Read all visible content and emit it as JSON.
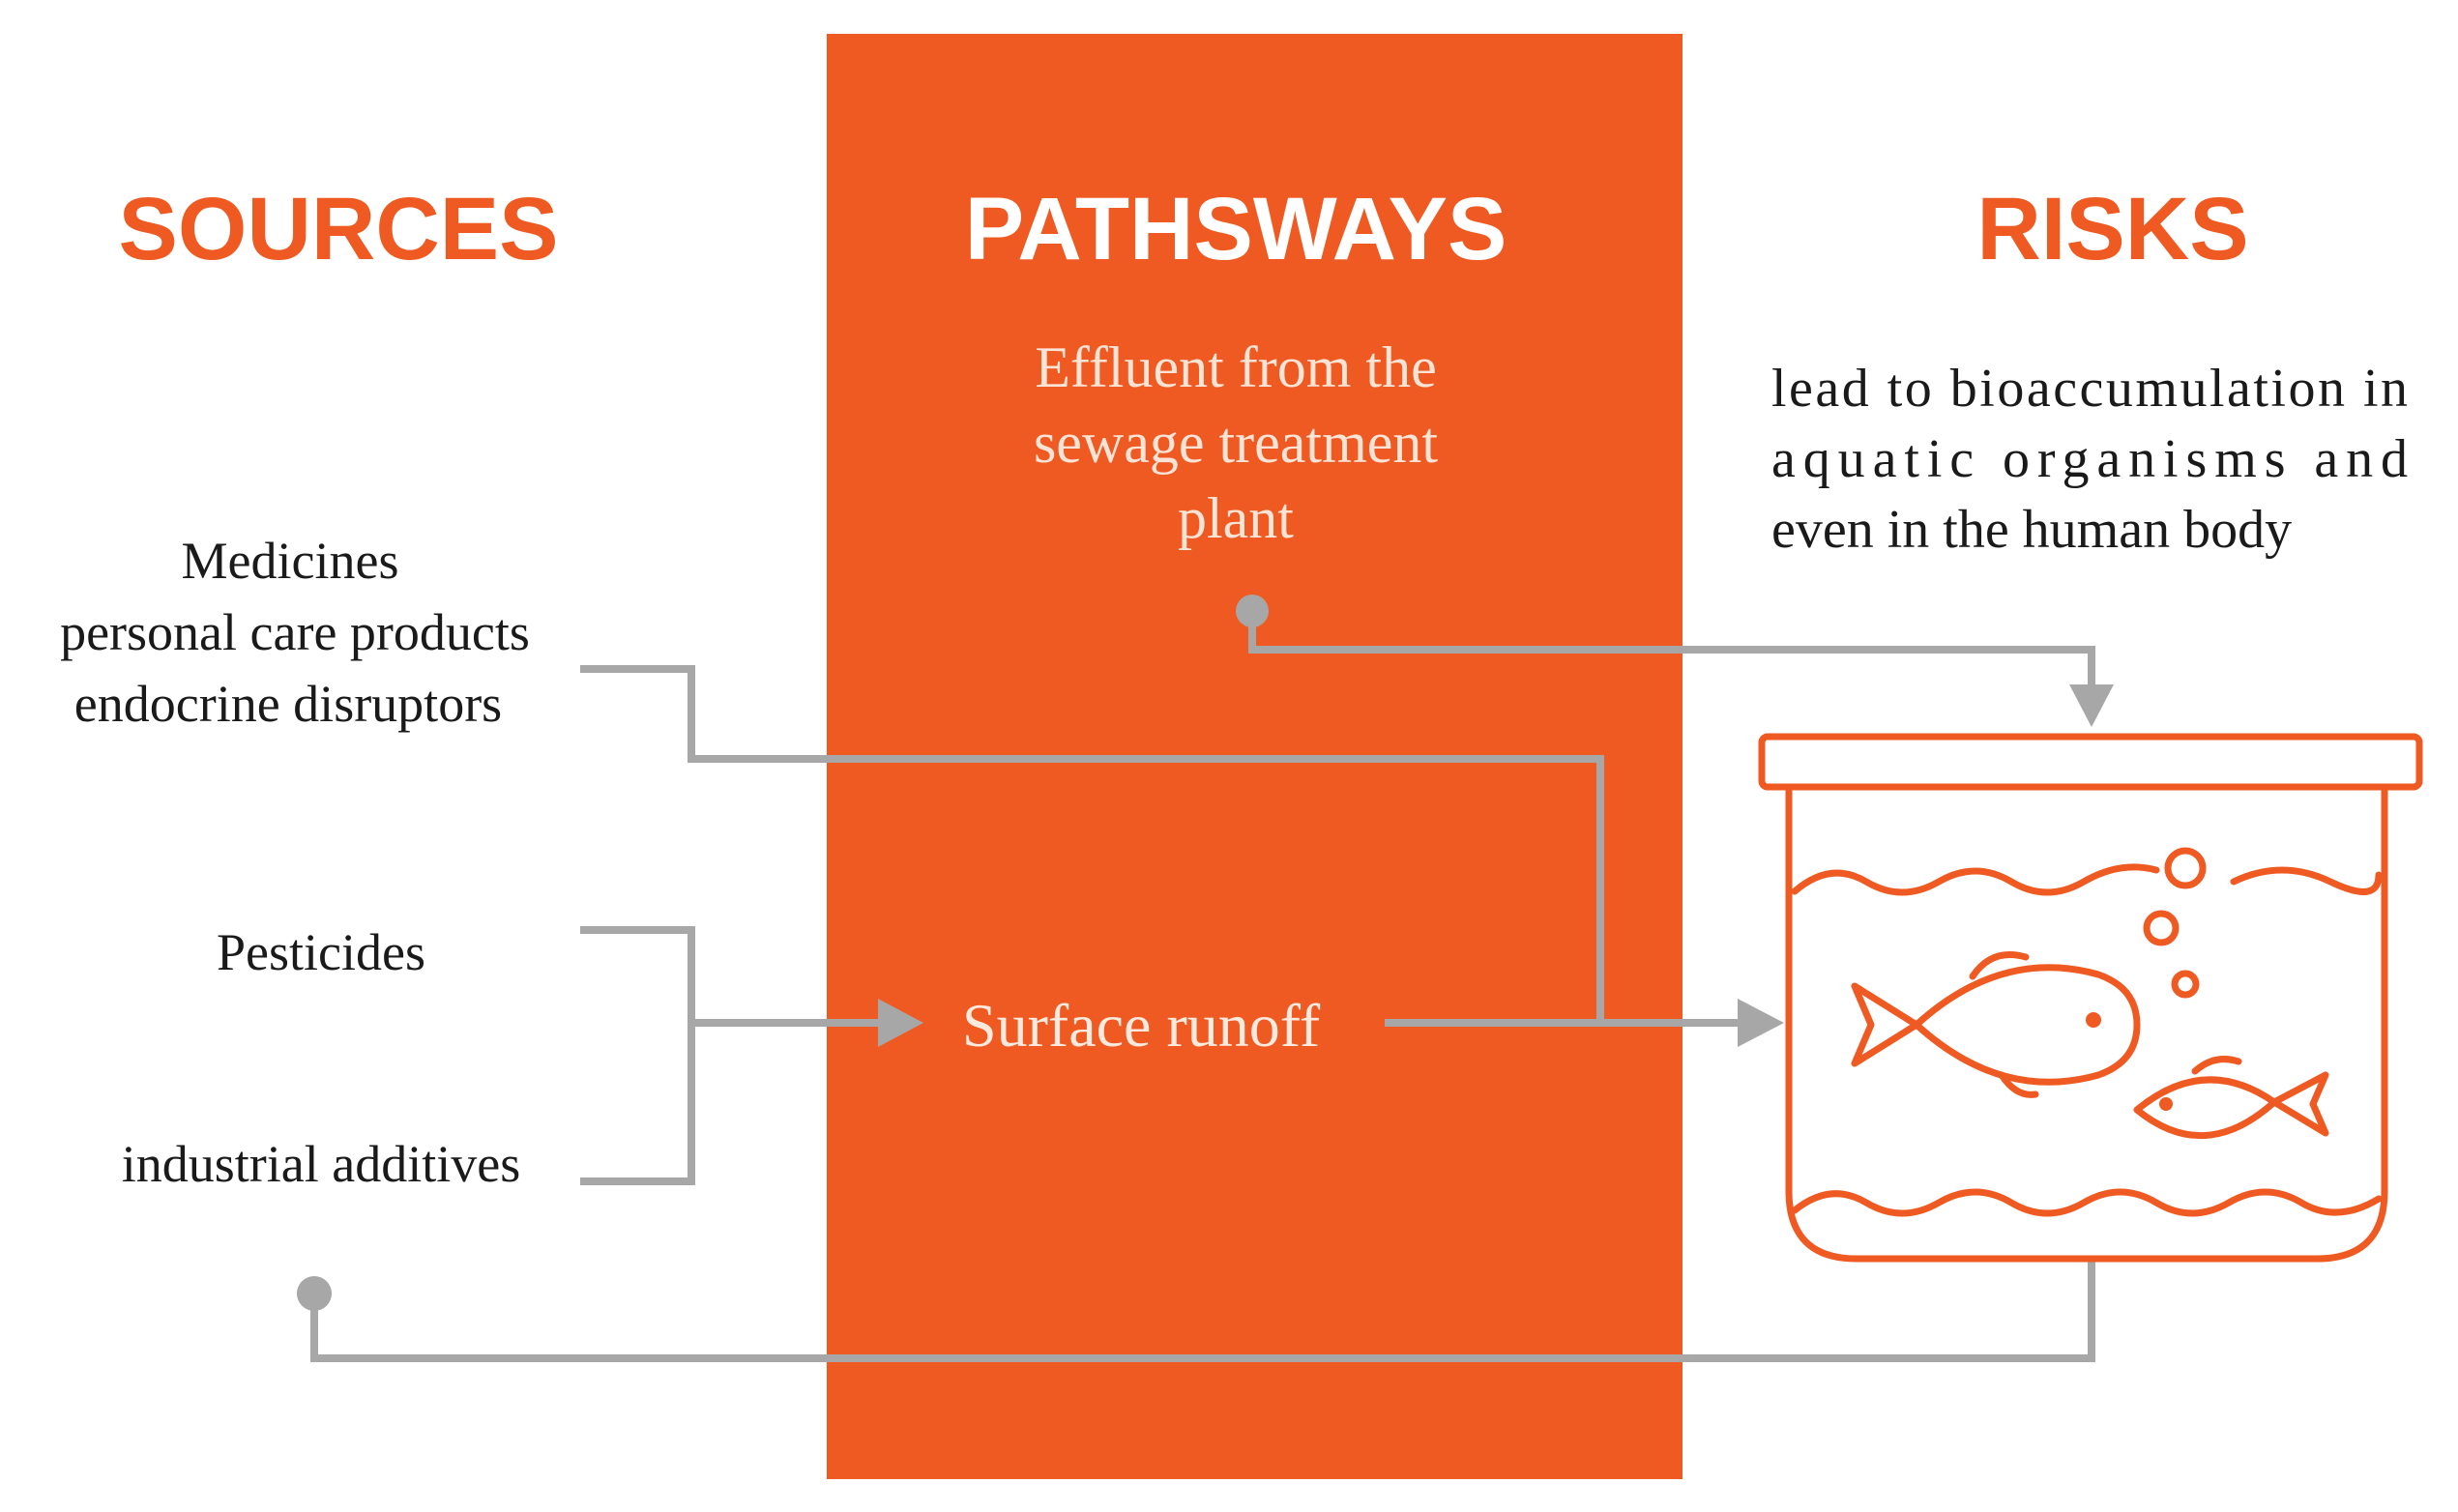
{
  "colors": {
    "accent": "#ef5a22",
    "connector": "#a7a7a7",
    "pathway_text": "#fbe3d6",
    "body_text": "#1a1a1a"
  },
  "columns": {
    "sources": {
      "title": "SOURCES"
    },
    "pathways": {
      "title": "PATHSWAYS"
    },
    "risks": {
      "title": "RISKS"
    }
  },
  "sources": {
    "group1": [
      "Medicines",
      "personal care products",
      "endocrine disruptors"
    ],
    "pesticides": "Pesticides",
    "industrial": "industrial additives"
  },
  "pathways": {
    "effluent": [
      "Effluent from the",
      "sewage treatment",
      "plant"
    ],
    "surface_runoff": "Surface runoff"
  },
  "risks": {
    "description": [
      "lead to bioaccumulation in",
      "aquatic organisms and",
      "even in the human body"
    ],
    "icon": "fish-tank-icon"
  }
}
